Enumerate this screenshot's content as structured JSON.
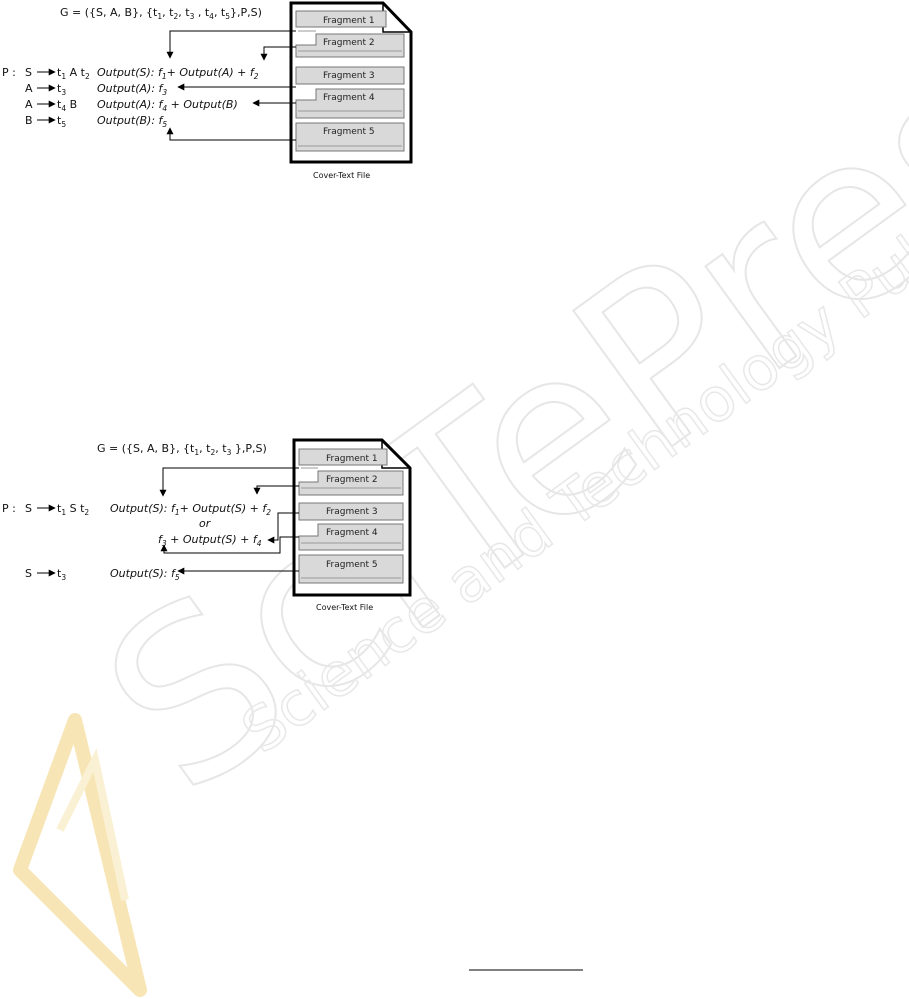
{
  "watermark": {
    "big": "SciTePress",
    "small": "Science and Technology Publications",
    "logo_colors": [
      "#f2d07a",
      "#f7e4b0"
    ]
  },
  "top_diagram": {
    "grammar": "G = ({S, A, B}, {t1, t2, t3 , t4, t5},P,S)",
    "rules_label": "P :",
    "rules": [
      {
        "lhs": "S",
        "rhs": "t1 A t2"
      },
      {
        "lhs": "A",
        "rhs": "t3"
      },
      {
        "lhs": "A",
        "rhs": "t4 B"
      },
      {
        "lhs": "B",
        "rhs": "t5"
      }
    ],
    "outputs": [
      "Output(S): f1+ Output(A) + f2",
      "Output(A): f3",
      "Output(A): f4 + Output(B)",
      "Output(B): f5"
    ],
    "fragments": [
      "Fragment 1",
      "Fragment 2",
      "Fragment 3",
      "Fragment 4",
      "Fragment 5"
    ],
    "caption": "Cover-Text File"
  },
  "bottom_diagram": {
    "grammar": "G = ({S, A, B}, {t1, t2, t3 },P,S)",
    "rules_label": "P :",
    "rules": [
      {
        "lhs": "S",
        "rhs": "t1 S t2"
      },
      {
        "lhs": "S",
        "rhs": "t3"
      }
    ],
    "outputs": [
      "Output(S): f1+ Output(S) + f2",
      "or",
      "f3 + Output(S) + f4",
      "Output(S): f5"
    ],
    "fragments": [
      "Fragment 1",
      "Fragment 2",
      "Fragment 3",
      "Fragment 4",
      "Fragment 5"
    ],
    "caption": "Cover-Text File"
  }
}
